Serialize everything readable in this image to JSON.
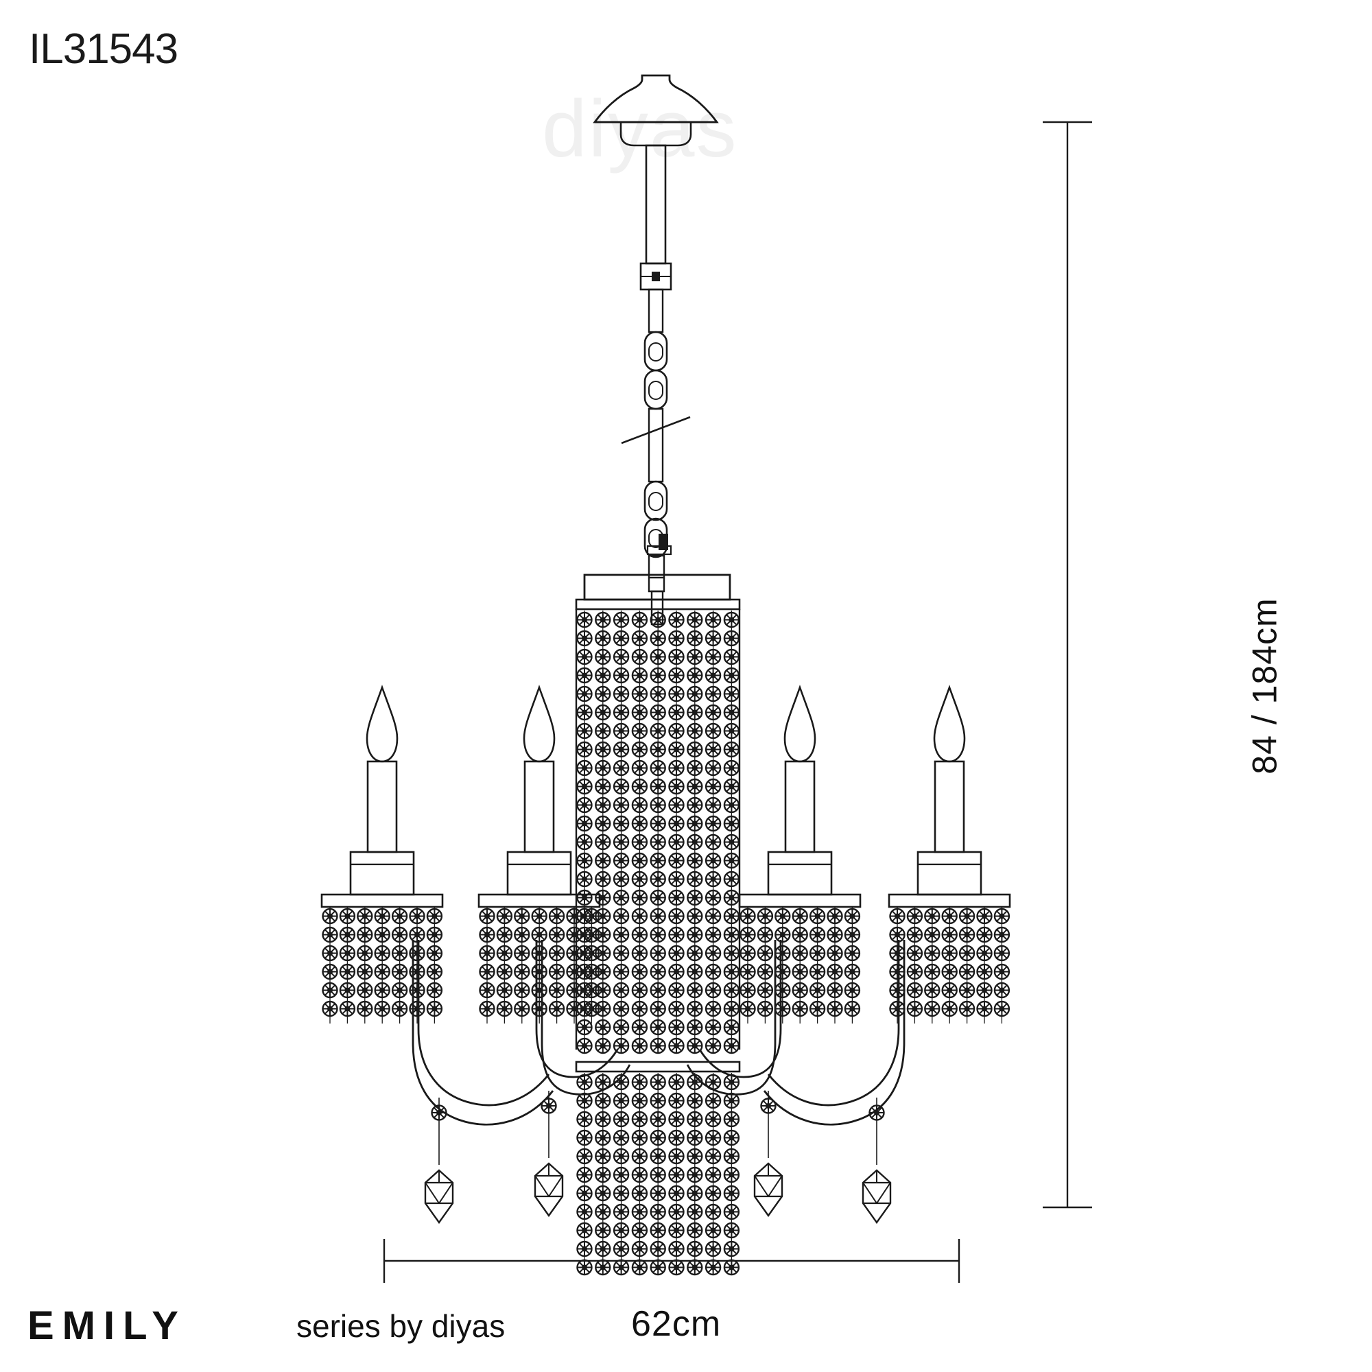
{
  "product": {
    "code": "IL31543",
    "series_name": "EMILY",
    "series_by": "series by diyas",
    "watermark": "diyas"
  },
  "dimensions": {
    "height_label": "84 / 184cm",
    "width_label": "62cm"
  },
  "drawing": {
    "title": "Emily 4 light chandelier technical line drawing",
    "line_color": "#1a1a1a",
    "bead_color": "#1a1a1a",
    "candle_count": 4
  }
}
